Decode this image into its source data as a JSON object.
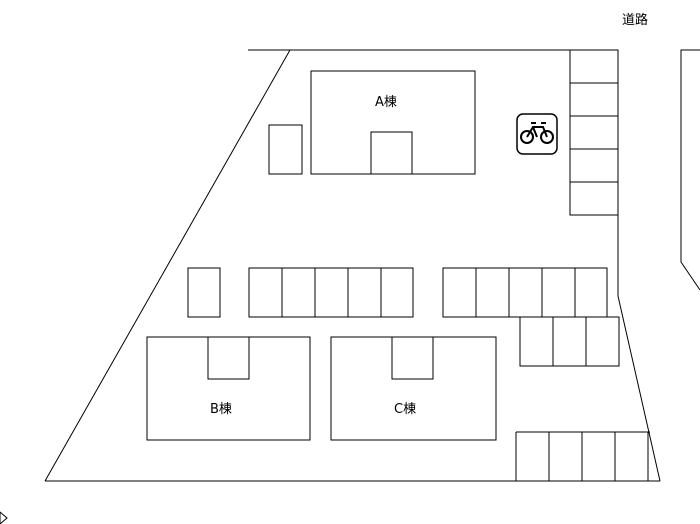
{
  "road_label": "道路",
  "buildings": {
    "a": "A棟",
    "b": "B棟",
    "c": "C棟"
  },
  "icons": {
    "bicycle_parking": "bicycle-icon"
  },
  "colors": {
    "line": "#000000",
    "background": "#ffffff"
  }
}
